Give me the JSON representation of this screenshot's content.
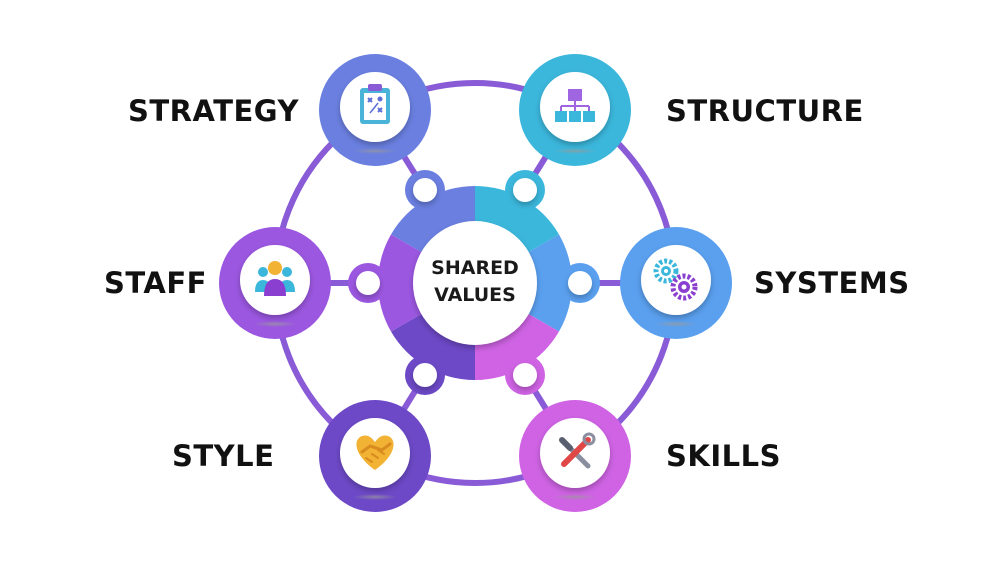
{
  "center": {
    "line1": "SHARED",
    "line2": "VALUES"
  },
  "elements": [
    {
      "key": "strategy",
      "label": "STRATEGY",
      "icon": "clipboard-plan-icon",
      "color": "#6a7fe0"
    },
    {
      "key": "structure",
      "label": "STRUCTURE",
      "icon": "org-chart-icon",
      "color": "#3bb7dc"
    },
    {
      "key": "systems",
      "label": "SYSTEMS",
      "icon": "gears-icon",
      "color": "#5aa0ef"
    },
    {
      "key": "skills",
      "label": "SKILLS",
      "icon": "tools-icon",
      "color": "#cf63e4"
    },
    {
      "key": "style",
      "label": "STYLE",
      "icon": "handshake-icon",
      "color": "#6d49c7"
    },
    {
      "key": "staff",
      "label": "STAFF",
      "icon": "team-icon",
      "color": "#9b57e0"
    }
  ],
  "colors": {
    "ring": "#8a5bd6",
    "text": "#111111"
  }
}
